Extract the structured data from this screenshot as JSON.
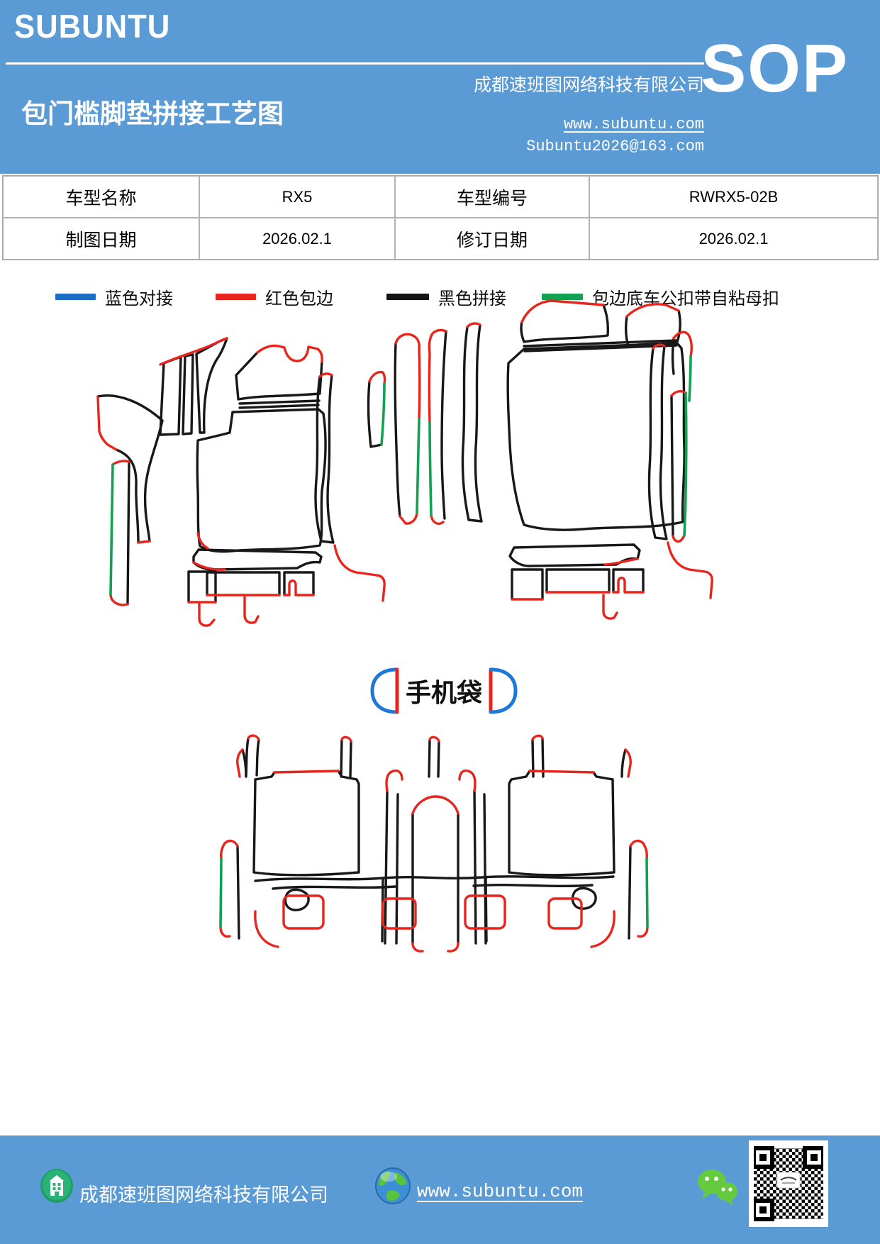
{
  "header": {
    "brand": "SUBUNTU",
    "title": "包门槛脚垫拼接工艺图",
    "company": "成都速班图网络科技有限公司",
    "website": "www.subuntu.com",
    "email": "Subuntu2026@163.com",
    "badge": "SOP"
  },
  "info_table": {
    "rows": [
      {
        "c0": "车型名称",
        "c1": "RX5",
        "c2": "车型编号",
        "c3": "RWRX5-02B"
      },
      {
        "c0": "制图日期",
        "c1": "2026.02.1",
        "c2": "修订日期",
        "c3": "2026.02.1"
      }
    ]
  },
  "legend": {
    "items": [
      {
        "label": "蓝色对接",
        "color": "#1b6ec2"
      },
      {
        "label": "红色包边",
        "color": "#e8251d"
      },
      {
        "label": "黑色拼接",
        "color": "#141414"
      },
      {
        "label": "包边底车公扣带自粘母扣",
        "color": "#12a150"
      }
    ]
  },
  "diagram": {
    "phone_bag_label": "手机袋",
    "line_colors": {
      "outline": "#181818",
      "edging": "#e8251d",
      "sill_buckle": "#12a150",
      "butt_joint": "#1e78d7"
    }
  },
  "footer": {
    "company": "成都速班图网络科技有限公司",
    "website": "www.subuntu.com"
  }
}
